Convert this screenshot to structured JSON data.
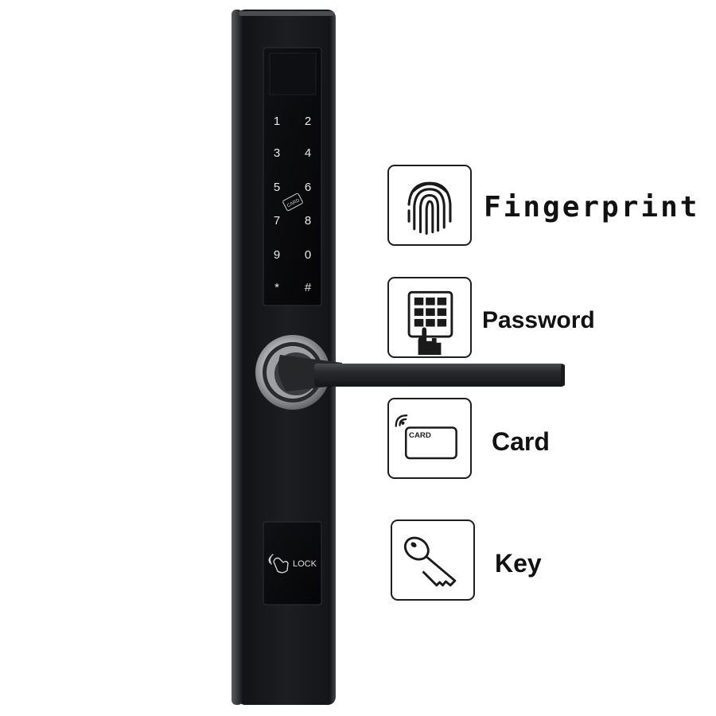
{
  "keypad": {
    "keys": [
      "1",
      "2",
      "3",
      "4",
      "5",
      "6",
      "7",
      "8",
      "9",
      "0",
      "*",
      "#"
    ],
    "card_mark": "CARD"
  },
  "lock_panel": {
    "label": "LOCK",
    "icon": "hand-touch-icon"
  },
  "features": [
    {
      "label": "Fingerprint",
      "icon": "fingerprint-icon"
    },
    {
      "label": "Password",
      "icon": "keypad-finger-icon"
    },
    {
      "label": "Card",
      "icon": "card-icon",
      "icon_text": "CARD"
    },
    {
      "label": "Key",
      "icon": "key-icon"
    }
  ],
  "colors": {
    "lock_body": "#1c1d20",
    "keypad_glass": "#0a0a0c",
    "key_digits": "#e8e8e8",
    "handle": "#2a2b2e",
    "rosette_ring": "#b8b9bc",
    "outline": "#1e1e1e"
  }
}
